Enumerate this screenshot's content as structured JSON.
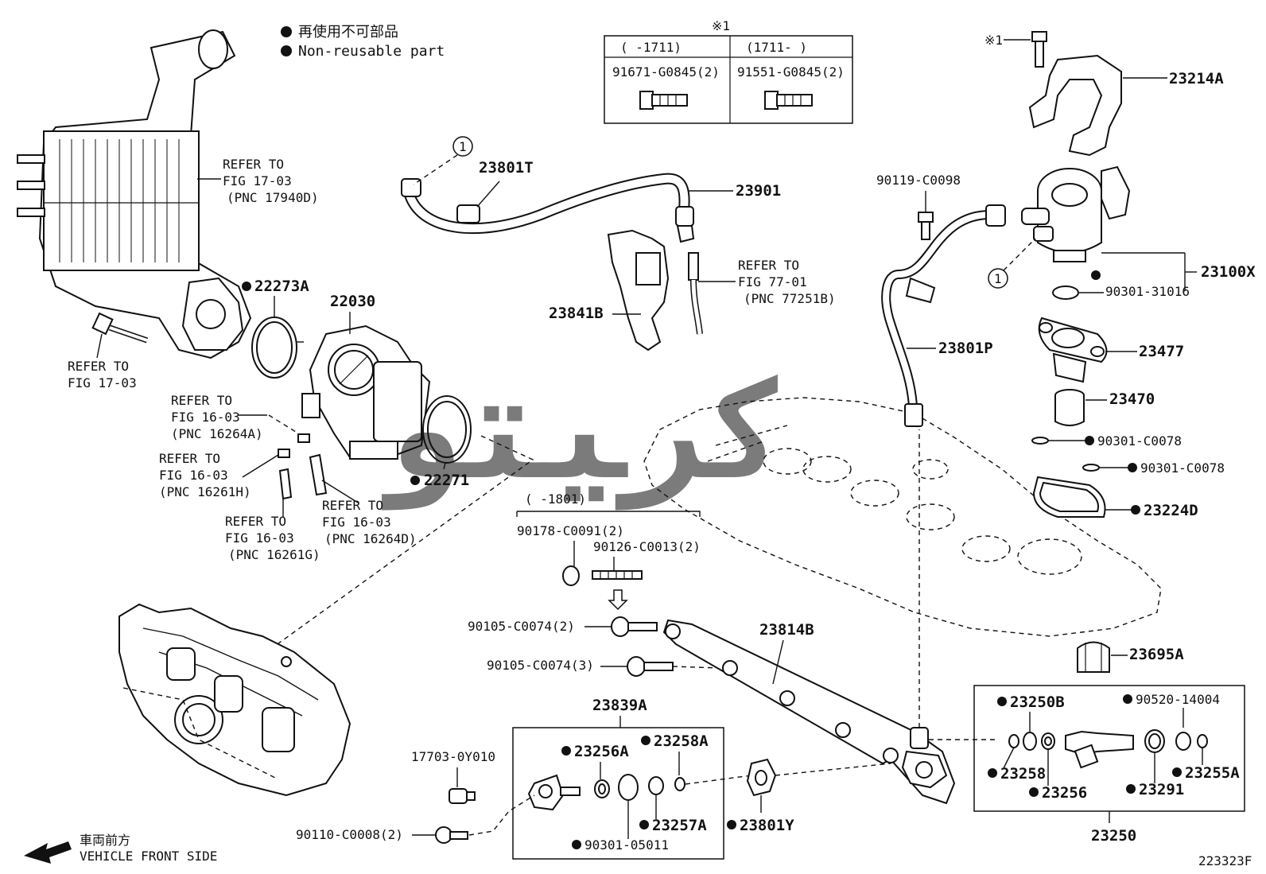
{
  "legend": {
    "dot": "●",
    "line1": "再使用不可部品",
    "line2": "Non-reusable part"
  },
  "bolt_table": {
    "note": "※1",
    "col1_range": "(    -1711)",
    "col2_range": "(1711-     )",
    "col1_part": "91671-G0845(2)",
    "col2_part": "91551-G0845(2)"
  },
  "intercooler_ref": {
    "l1": "REFER TO",
    "l2": "FIG 17-03",
    "l3": "(PNC 17940D)"
  },
  "bolt_ref": {
    "l1": "REFER TO",
    "l2": "FIG 17-03"
  },
  "ref_16264a": {
    "l1": "REFER TO",
    "l2": "FIG 16-03",
    "l3": "(PNC 16264A)"
  },
  "ref_16261h": {
    "l1": "REFER TO",
    "l2": "FIG 16-03",
    "l3": "(PNC 16261H)"
  },
  "ref_16261g": {
    "l1": "REFER TO",
    "l2": "FIG 16-03",
    "l3": "(PNC 16261G)"
  },
  "ref_16264d": {
    "l1": "REFER TO",
    "l2": "FIG 16-03",
    "l3": "(PNC 16264D)"
  },
  "ref_77251b": {
    "l1": "REFER TO",
    "l2": "FIG 77-01",
    "l3": "(PNC 77251B)"
  },
  "callout": "1",
  "parts": {
    "p22273a": "22273A",
    "p22030": "22030",
    "p22271": "22271",
    "p23801t": "23801T",
    "p23901": "23901",
    "p23841b": "23841B",
    "p90119": "90119-C0098",
    "p23214a_note": "※1",
    "p23214a": "23214A",
    "p23100x": "23100X",
    "p90301_31016": "90301-31016",
    "p23801p": "23801P",
    "p23477": "23477",
    "p23470": "23470",
    "p90301_c0078a": "90301-C0078",
    "p90301_c0078b": "90301-C0078",
    "p23224d": "23224D",
    "range_1801": "(    -1801)",
    "p90178": "90178-C0091(2)",
    "p90126": "90126-C0013(2)",
    "p90105_2": "90105-C0074(2)",
    "p90105_3": "90105-C0074(3)",
    "p23814b": "23814B",
    "p23695a": "23695A",
    "p23839a": "23839A",
    "p23256a": "23256A",
    "p23258a": "23258A",
    "p17703": "17703-0Y010",
    "p90110": "90110-C0008(2)",
    "p23257a": "23257A",
    "p90301_05011": "90301-05011",
    "p23801y": "23801Y",
    "p23250b": "23250B",
    "p90520": "90520-14004",
    "p23258": "23258",
    "p23256": "23256",
    "p23291": "23291",
    "p23255a": "23255A",
    "p23250": "23250"
  },
  "front": {
    "jp": "車両前方",
    "en": "VEHICLE FRONT SIDE"
  },
  "figure_id": "223323F",
  "watermark": "ﮐﺮﻴﺘﻮ"
}
